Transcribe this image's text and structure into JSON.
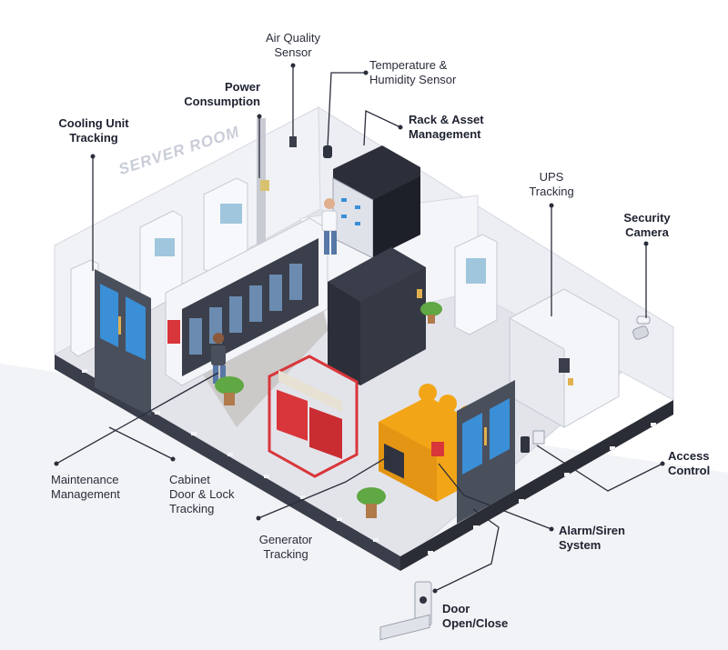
{
  "room_title": "SERVER ROOM",
  "labels": {
    "air_quality": [
      "Air Quality",
      "Sensor"
    ],
    "temperature": [
      "Temperature &",
      "Humidity Sensor"
    ],
    "power": [
      "Power",
      "Consumption"
    ],
    "rack": [
      "Rack & Asset",
      "Management"
    ],
    "cooling": [
      "Cooling Unit",
      "Tracking"
    ],
    "ups": [
      "UPS",
      "Tracking"
    ],
    "camera": [
      "Security",
      "Camera"
    ],
    "access": [
      "Access",
      "Control"
    ],
    "maintenance": [
      "Maintenance",
      "Management"
    ],
    "cabinet": [
      "Cabinet",
      "Door & Lock",
      "Tracking"
    ],
    "generator": [
      "Generator",
      "Tracking"
    ],
    "alarm": [
      "Alarm/Siren",
      "System"
    ],
    "door": [
      "Door",
      "Open/Close"
    ]
  },
  "colors": {
    "floor": "#e3e4ea",
    "wall": "#f1f2f6",
    "wall_edge": "#d6d8e0",
    "dark": "#2f3340",
    "door": "#4a4f5c",
    "door_glass": "#3a8fd6",
    "generator": "#f2a516",
    "battery_rack": "#d8363a",
    "plant": "#5fa843",
    "leader_line": "#2a2d3a"
  }
}
